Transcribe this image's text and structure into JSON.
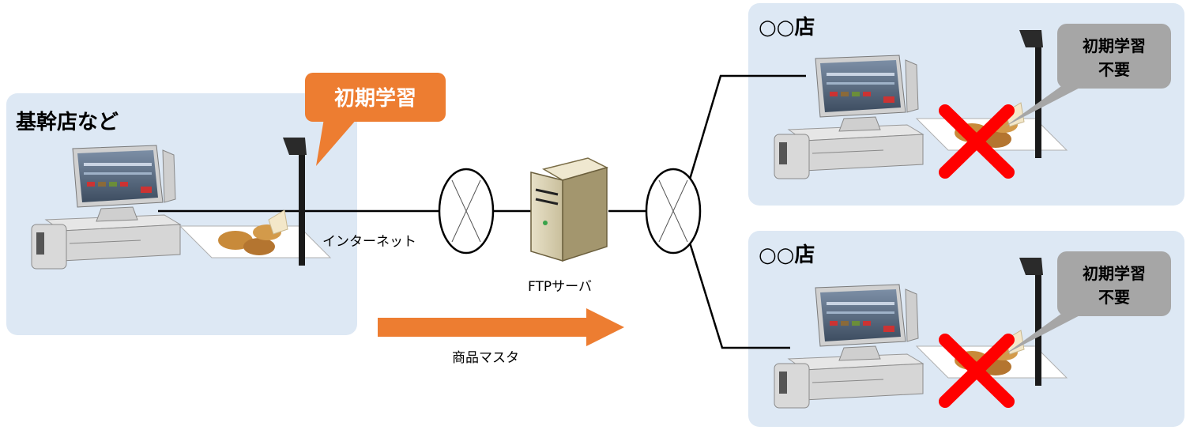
{
  "main_store": {
    "title": "基幹店など",
    "callout": "初期学習"
  },
  "network": {
    "internet_label": "インターネット",
    "server_label": "FTPサーバ"
  },
  "flow": {
    "label": "商品マスタ"
  },
  "branch_stores": [
    {
      "title": "○○店",
      "callout_line1": "初期学習",
      "callout_line2": "不要"
    },
    {
      "title": "○○店",
      "callout_line1": "初期学習",
      "callout_line2": "不要"
    }
  ],
  "colors": {
    "panel": "#dde8f4",
    "accent_orange": "#ed7d31",
    "gray_callout": "#a6a6a6",
    "cross_red": "#ff0000"
  }
}
